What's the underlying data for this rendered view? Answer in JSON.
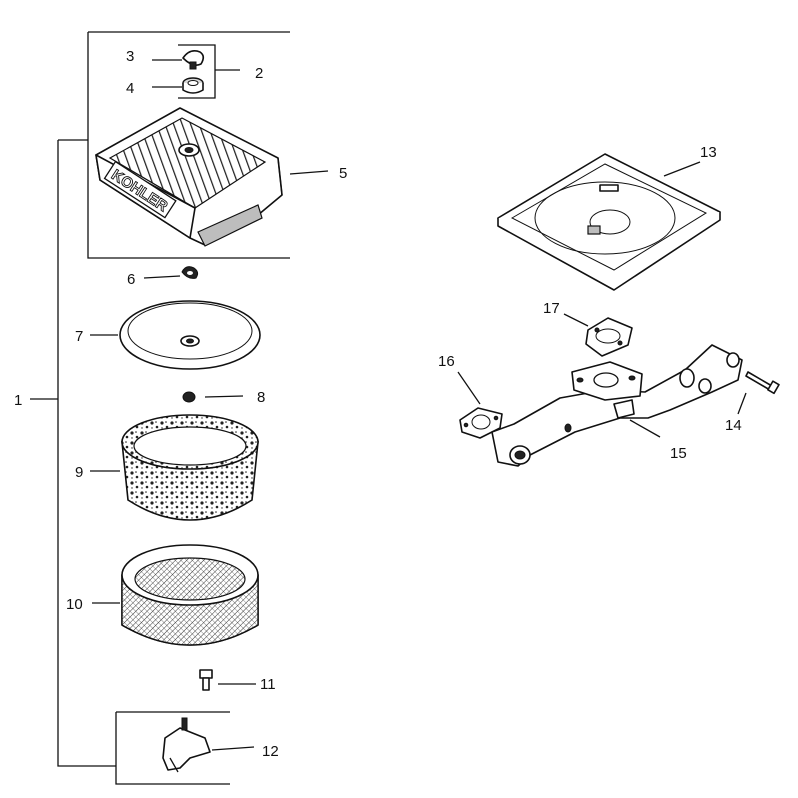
{
  "brand_logo_text": "KOHLER",
  "callouts": [
    {
      "id": "1",
      "label": "1"
    },
    {
      "id": "2",
      "label": "2"
    },
    {
      "id": "3",
      "label": "3"
    },
    {
      "id": "4",
      "label": "4"
    },
    {
      "id": "5",
      "label": "5"
    },
    {
      "id": "6",
      "label": "6"
    },
    {
      "id": "7",
      "label": "7"
    },
    {
      "id": "8",
      "label": "8"
    },
    {
      "id": "9",
      "label": "9"
    },
    {
      "id": "10",
      "label": "10"
    },
    {
      "id": "11",
      "label": "11"
    },
    {
      "id": "12",
      "label": "12"
    },
    {
      "id": "13",
      "label": "13"
    },
    {
      "id": "14",
      "label": "14"
    },
    {
      "id": "15",
      "label": "15"
    },
    {
      "id": "16",
      "label": "16"
    },
    {
      "id": "17",
      "label": "17"
    }
  ]
}
